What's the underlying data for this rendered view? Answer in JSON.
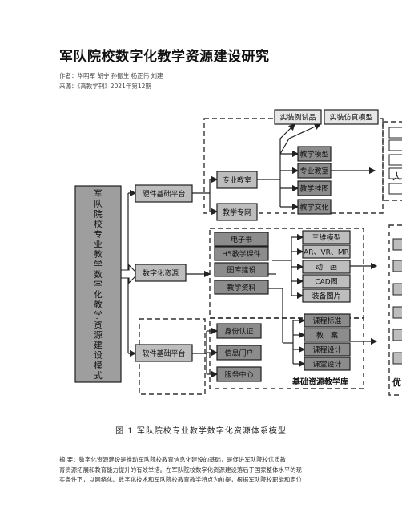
{
  "paper": {
    "title": "军队院校数字化教学资源建设研究",
    "authors_line": "作者：华明军 胡宁 孙振生 杨正伟 刘建",
    "source_line": "来源：《高教学刊》2021年第12期"
  },
  "figure": {
    "caption": "图 1   军队院校专业教学数字化资源体系模型",
    "root": "军队院校专业教学数字化教学资源建设模式",
    "platforms": {
      "hardware": "硬件基础平台",
      "digital": "数字化资源",
      "software": "软件基础平台"
    },
    "hardware_children": {
      "classroom": "专业教室",
      "network": "教学专网"
    },
    "classroom_children": [
      "教学模型",
      "专业教室",
      "教学挂图",
      "教学文化"
    ],
    "top_boxes": [
      "实装例试品",
      "实装仿真模型"
    ],
    "right_partial_label": "大",
    "digital_left": [
      "电子书",
      "H5教学课件",
      "图库建设",
      "教学资料"
    ],
    "digital_right_a": [
      "三维模型",
      "AR、VR、MR",
      "动　画",
      "CAD图",
      "装备图片"
    ],
    "digital_right_b": [
      "课程标准",
      "教　案",
      "课程设计",
      "课堂设计"
    ],
    "library_label": "基础资源教学库",
    "software_children": [
      "身份认证",
      "信息门户",
      "服务中心"
    ],
    "far_right_partial": "优"
  },
  "abstract": {
    "line1": "摘  要：数字化资源建设是推动军队院校教育信息化建设的基础，是促进军队院校优质教",
    "line2": "育资源拓展和教育能力提升的有效举措。在军队院校数字化资源建设落后于国家整体水平的现",
    "line3": "实条件下，以网络化、数字化技术和军队院校教育教学特点为前提，根据军队院校职能和定位"
  }
}
